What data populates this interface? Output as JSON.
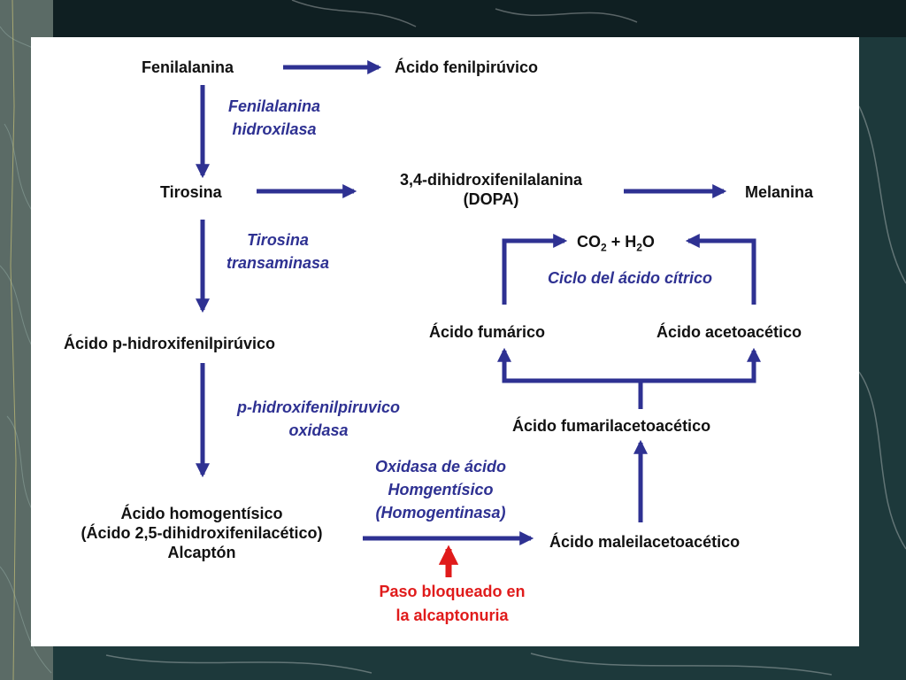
{
  "compounds": {
    "phenylalanine": "Fenilalanina",
    "phenylpyruvic": "Ácido fenilpirúvico",
    "tyrosine": "Tirosina",
    "dopa_line1": "3,4-dihidroxifenilalanina",
    "dopa_line2": "(DOPA)",
    "melanin": "Melanina",
    "co2_water": {
      "co": "CO",
      "two": "2",
      "plus_h": " + H",
      "two_b": "2",
      "o": "O"
    },
    "fumaric": "Ácido fumárico",
    "acetoacetic": "Ácido acetoacético",
    "hydroxyphenylpyruvic": "Ácido p-hidroxifenilpirúvico",
    "fumarylacetoacetic": "Ácido fumarilacetoacético",
    "homogentisic_line1": "Ácido homogentísico",
    "homogentisic_line2": "(Ácido 2,5-dihidroxifenilacético)",
    "homogentisic_line3": "Alcaptón",
    "maleylacetoacetic": "Ácido maleilacetoacético"
  },
  "enzymes": {
    "phe_hydroxylase_line1": "Fenilalanina",
    "phe_hydroxylase_line2": "hidroxilasa",
    "tyr_transaminase_line1": "Tirosina",
    "tyr_transaminase_line2": "transaminasa",
    "hpp_oxidase_line1": "p-hidroxifenilpiruvico",
    "hpp_oxidase_line2": "oxidasa",
    "hga_oxidase_line1": "Oxidasa de ácido",
    "hga_oxidase_line2": "Homgentísico",
    "hga_oxidase_line3": "(Homogentinasa)",
    "citric_cycle": "Ciclo del ácido cítrico"
  },
  "block_note": {
    "line1": "Paso bloqueado en",
    "line2": "la  alcaptonuria"
  },
  "colors": {
    "arrow": "#2e3192",
    "enzyme_text": "#2e3192",
    "blocked_text": "#e01b1b",
    "blocked_arrow": "#e01b1b",
    "background": "#1e3a3c",
    "slide": "#ffffff"
  }
}
